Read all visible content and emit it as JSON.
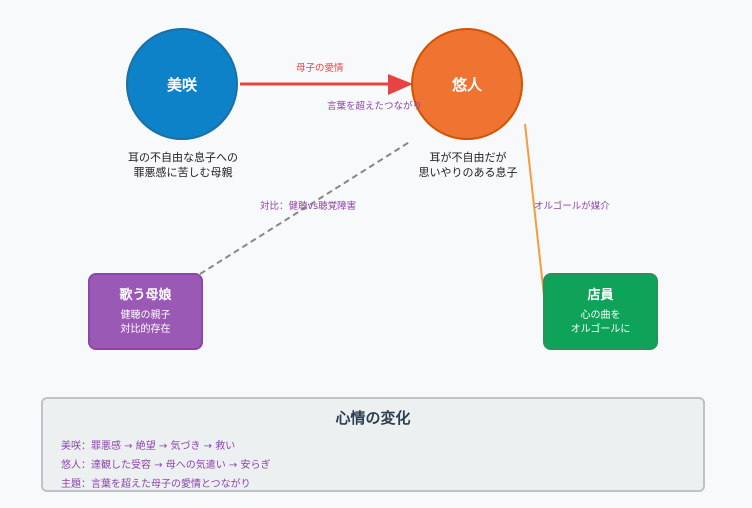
{
  "nodes": {
    "misaki": {
      "label": "美咲",
      "caption_1": "耳の不自由な息子への",
      "caption_2": "罪悪感に苦しむ母親",
      "color": "#0d82c8"
    },
    "yuto": {
      "label": "悠人",
      "caption_1": "耳が不自由だが",
      "caption_2": "思いやりのある息子",
      "color": "#ef7432"
    },
    "singing": {
      "title": "歌う母娘",
      "desc_1": "健聴の親子",
      "desc_2": "対比的存在",
      "color": "#9b59b6"
    },
    "clerk": {
      "title": "店員",
      "desc_1": "心の曲を",
      "desc_2": "オルゴールに",
      "color": "#0fa35a"
    }
  },
  "edges": {
    "love": "母子の愛情",
    "beyond_words": "言葉を超えたつながり",
    "contrast": "対比：健聴vs聴覚障害",
    "music_box": "オルゴールが媒介"
  },
  "colors": {
    "love_arrow": "#e84343",
    "contrast_line": "#888888",
    "music_line": "#f39c42",
    "purple_text": "#8e44ad"
  },
  "summary": {
    "title": "心情の変化",
    "line_1": "美咲：罪悪感 → 絶望 → 気づき → 救い",
    "line_2": "悠人：達観した受容 → 母への気遣い → 安らぎ",
    "line_3": "主題：言葉を超えた母子の愛情とつながり"
  }
}
